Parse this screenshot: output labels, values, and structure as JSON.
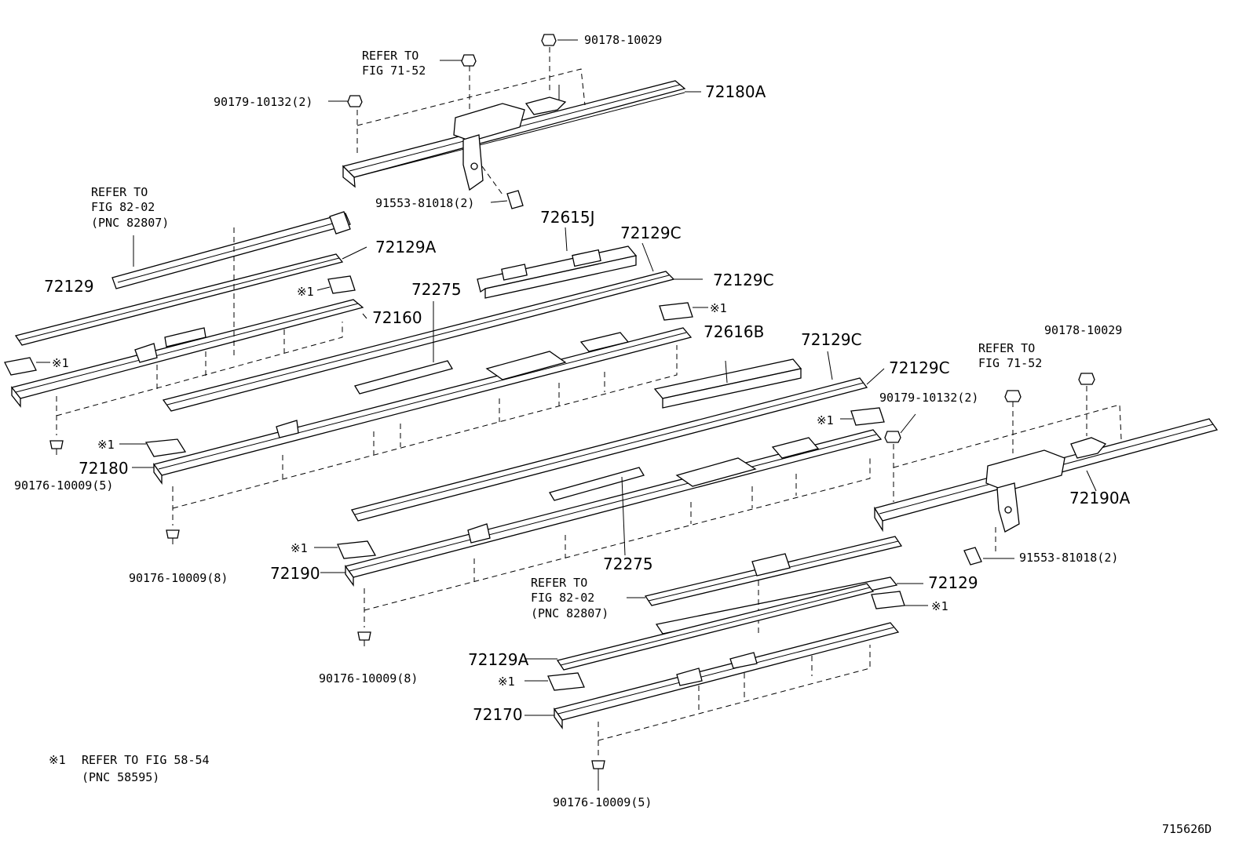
{
  "diagram_id": "715626D",
  "footnote": {
    "mark": "※1",
    "line1": "REFER TO FIG 58-54",
    "line2": "(PNC 58595)"
  },
  "labels": {
    "nut_90178_top": "90178-10029",
    "refer_fig7152_top_l1": "REFER TO",
    "refer_fig7152_top_l2": "FIG 71-52",
    "nut_90179_top": "90179-10132(2)",
    "rail_72180A": "72180A",
    "bolt_91553_top": "91553-81018(2)",
    "refer_fig8202_left_l1": "REFER TO",
    "refer_fig8202_left_l2": "FIG 82-02",
    "refer_fig8202_left_l3": "(PNC 82807)",
    "plate_72615J": "72615J",
    "rail_72129C_1": "72129C",
    "rail_72129C_2": "72129C",
    "rail_72129A_top": "72129A",
    "rail_72129_left": "72129",
    "mark_x1_a": "※1",
    "rail_72160": "72160",
    "mark_x1_b": "※1",
    "part_72275_top": "72275",
    "mark_x1_c": "※1",
    "plate_72616B": "72616B",
    "rail_72129C_3": "72129C",
    "rail_72129C_4": "72129C",
    "nut_90178_right": "90178-10029",
    "refer_fig7152_right_l1": "REFER TO",
    "refer_fig7152_right_l2": "FIG 71-52",
    "nut_90179_right": "90179-10132(2)",
    "mark_x1_d": "※1",
    "mark_x1_e": "※1",
    "rail_72180": "72180",
    "clip_90176_5_left": "90176-10009(5)",
    "rail_72190A": "72190A",
    "clip_90176_8_left": "90176-10009(8)",
    "part_72275_bottom": "72275",
    "mark_x1_f": "※1",
    "rail_72190": "72190",
    "bolt_91553_right": "91553-81018(2)",
    "refer_fig8202_center_l1": "REFER TO",
    "refer_fig8202_center_l2": "FIG 82-02",
    "refer_fig8202_center_l3": "(PNC 82807)",
    "rail_72129_right": "72129",
    "mark_x1_g": "※1",
    "clip_90176_8_center": "90176-10009(8)",
    "rail_72129A_bottom": "72129A",
    "mark_x1_h": "※1",
    "rail_72170": "72170",
    "clip_90176_5_bottom": "90176-10009(5)"
  }
}
